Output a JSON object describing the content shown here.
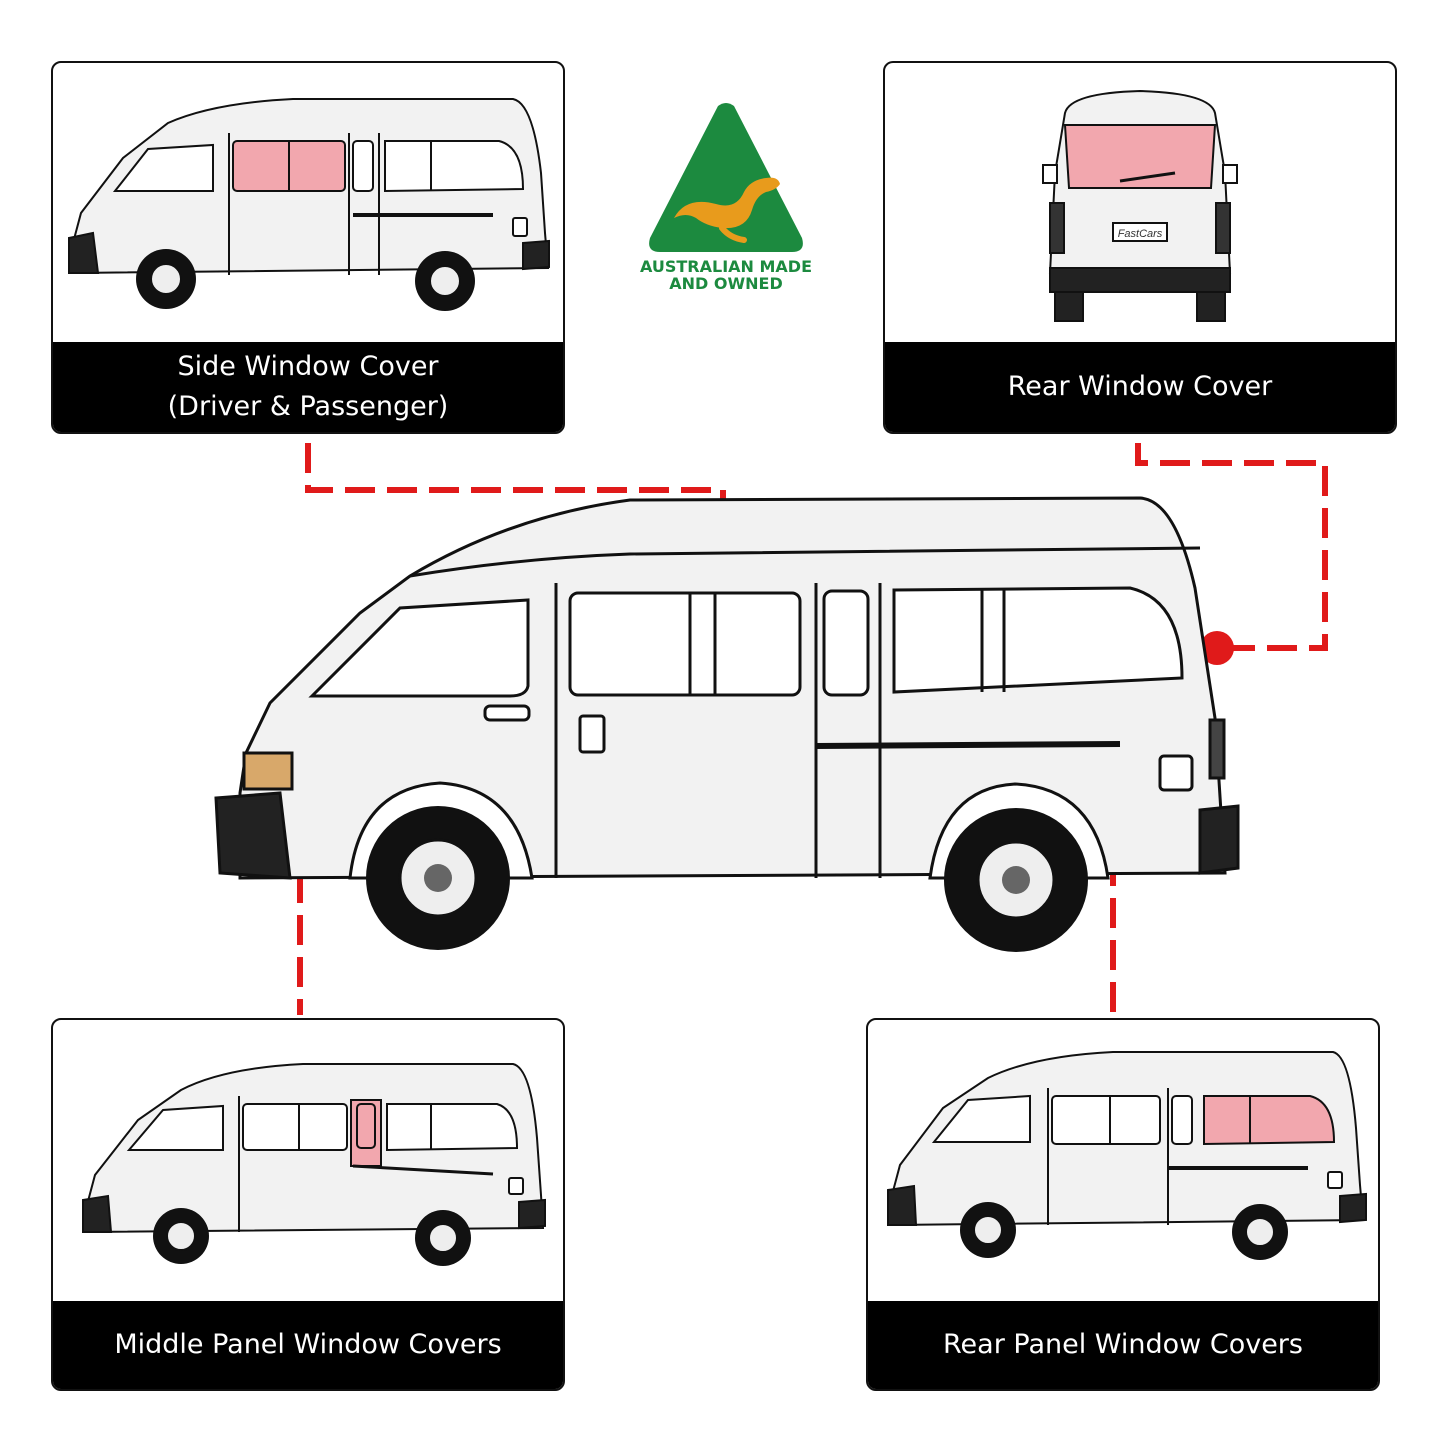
{
  "cards": {
    "side": {
      "line1": "Side Window Cover",
      "line2": "(Driver & Passenger)"
    },
    "rear": {
      "line1": "Rear Window Cover"
    },
    "middle": {
      "line1": "Middle Panel Window Covers"
    },
    "rear_panel": {
      "line1": "Rear Panel Window Covers"
    }
  },
  "logo": {
    "line1": "AUSTRALIAN MADE",
    "line2": "AND OWNED",
    "colors": {
      "green": "#1c8a3f",
      "gold": "#e89b1c"
    }
  },
  "plate_text": "FastCars",
  "colors": {
    "connector": "#e01a1a",
    "highlight": "#f2a7ae",
    "van_body": "#f2f2f2",
    "outline": "#111111"
  }
}
